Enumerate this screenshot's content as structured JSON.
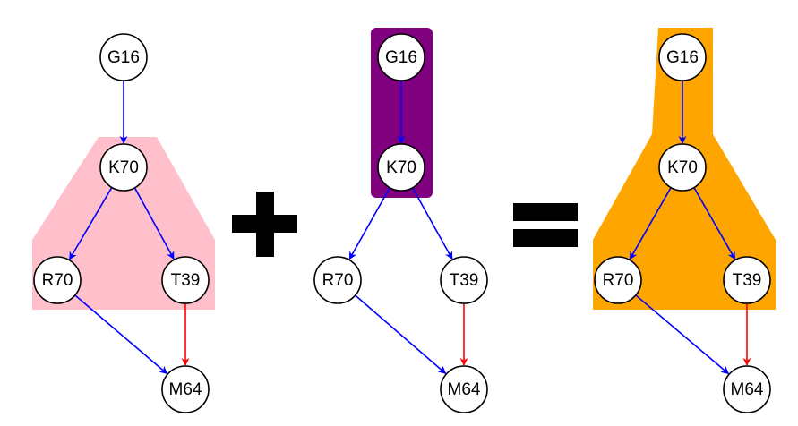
{
  "colors": {
    "region_1": "#FFC0CB",
    "region_2": "#800080",
    "region_3": "#FFA500",
    "edge_blue": "#0000FF",
    "edge_red": "#FF0000",
    "node_fill": "#FFFFFF",
    "node_stroke": "#000000",
    "operator": "#000000"
  },
  "operators": [
    "plus",
    "equals"
  ],
  "graphs": [
    {
      "name": "left",
      "region_color": "region_1",
      "nodes": [
        {
          "id": "G16",
          "label": "G16"
        },
        {
          "id": "K70",
          "label": "K70"
        },
        {
          "id": "R70",
          "label": "R70"
        },
        {
          "id": "T39",
          "label": "T39"
        },
        {
          "id": "M64",
          "label": "M64"
        }
      ],
      "edges": [
        {
          "from": "G16",
          "to": "K70",
          "color": "edge_blue"
        },
        {
          "from": "K70",
          "to": "R70",
          "color": "edge_blue"
        },
        {
          "from": "K70",
          "to": "T39",
          "color": "edge_blue"
        },
        {
          "from": "R70",
          "to": "M64",
          "color": "edge_blue"
        },
        {
          "from": "T39",
          "to": "M64",
          "color": "edge_red"
        }
      ]
    },
    {
      "name": "middle",
      "region_color": "region_2",
      "nodes": [
        {
          "id": "G16",
          "label": "G16"
        },
        {
          "id": "K70",
          "label": "K70"
        },
        {
          "id": "R70",
          "label": "R70"
        },
        {
          "id": "T39",
          "label": "T39"
        },
        {
          "id": "M64",
          "label": "M64"
        }
      ],
      "edges": [
        {
          "from": "G16",
          "to": "K70",
          "color": "edge_blue"
        },
        {
          "from": "K70",
          "to": "R70",
          "color": "edge_blue"
        },
        {
          "from": "K70",
          "to": "T39",
          "color": "edge_blue"
        },
        {
          "from": "R70",
          "to": "M64",
          "color": "edge_blue"
        },
        {
          "from": "T39",
          "to": "M64",
          "color": "edge_red"
        }
      ]
    },
    {
      "name": "right",
      "region_color": "region_3",
      "nodes": [
        {
          "id": "G16",
          "label": "G16"
        },
        {
          "id": "K70",
          "label": "K70"
        },
        {
          "id": "R70",
          "label": "R70"
        },
        {
          "id": "T39",
          "label": "T39"
        },
        {
          "id": "M64",
          "label": "M64"
        }
      ],
      "edges": [
        {
          "from": "G16",
          "to": "K70",
          "color": "edge_blue"
        },
        {
          "from": "K70",
          "to": "R70",
          "color": "edge_blue"
        },
        {
          "from": "K70",
          "to": "T39",
          "color": "edge_blue"
        },
        {
          "from": "R70",
          "to": "M64",
          "color": "edge_blue"
        },
        {
          "from": "T39",
          "to": "M64",
          "color": "edge_red"
        }
      ]
    }
  ]
}
